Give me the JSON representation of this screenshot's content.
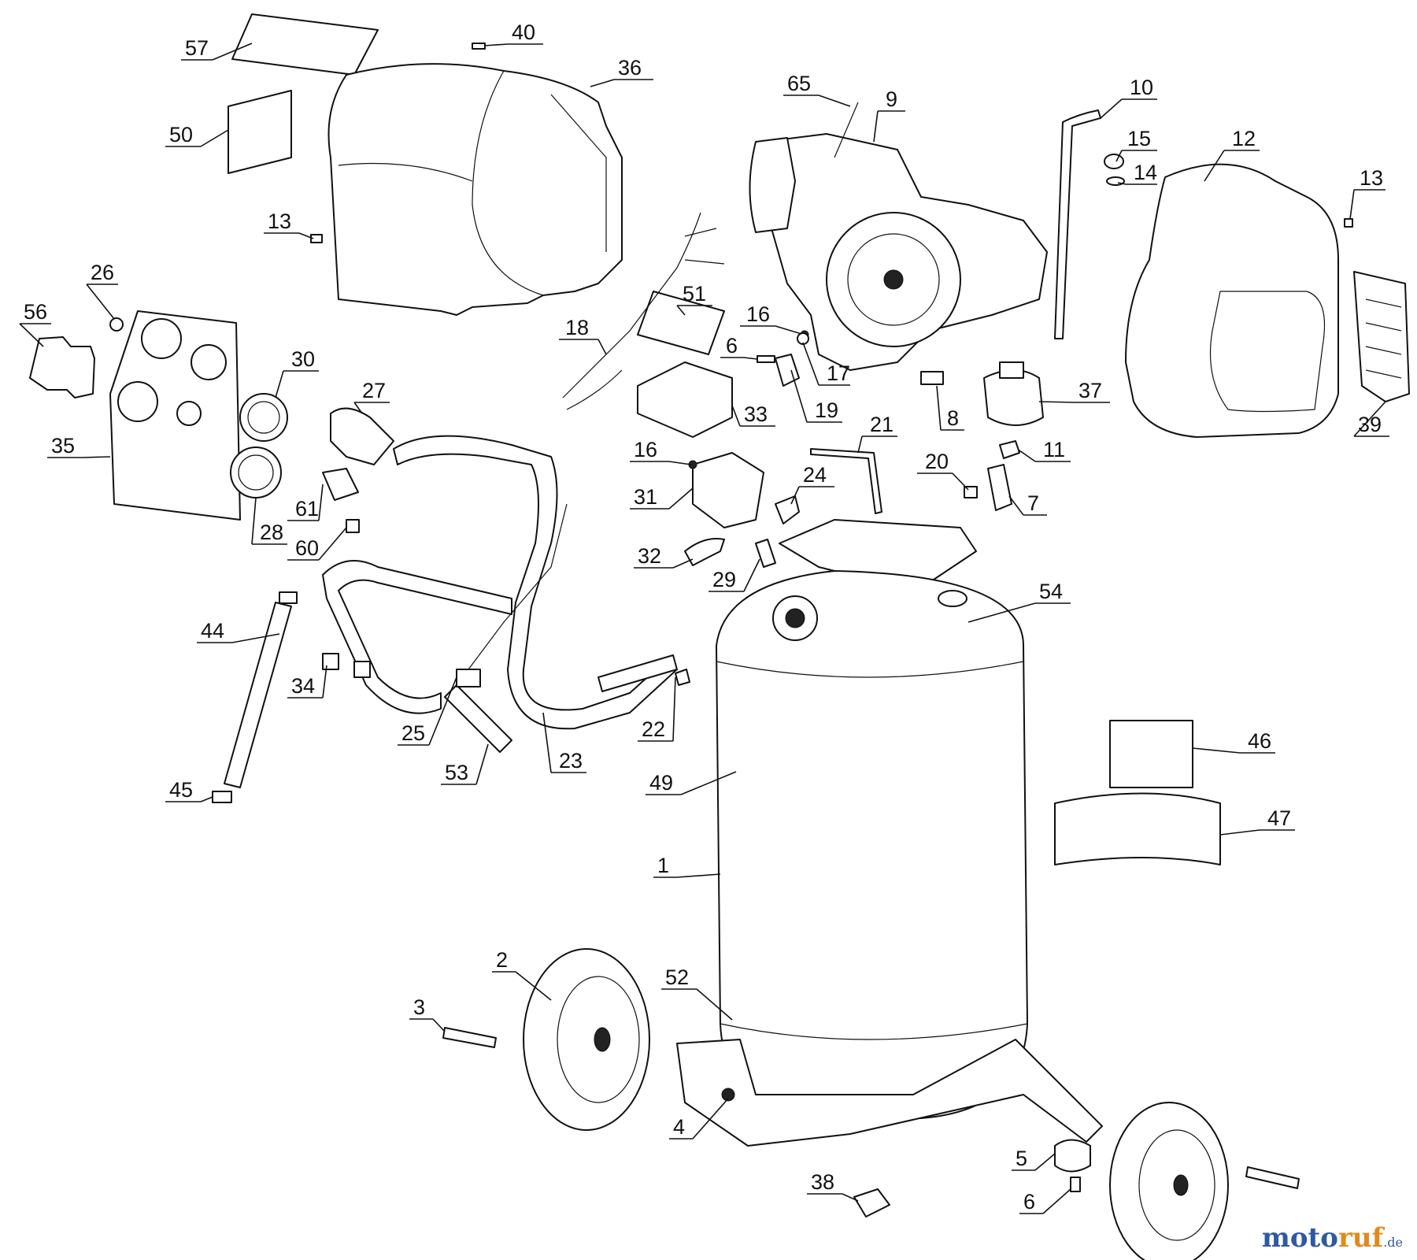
{
  "diagram": {
    "part_numbers": [
      "57",
      "40",
      "36",
      "65",
      "9",
      "10",
      "15",
      "14",
      "12",
      "13",
      "50",
      "13b",
      "26",
      "56",
      "30",
      "27",
      "18",
      "51",
      "16",
      "6",
      "17",
      "37",
      "8",
      "19",
      "33",
      "16b",
      "31",
      "21",
      "20",
      "11",
      "7",
      "24",
      "35",
      "28",
      "61",
      "60",
      "32",
      "29",
      "54",
      "44",
      "34",
      "25",
      "22",
      "23",
      "53",
      "45",
      "49",
      "46",
      "47",
      "1",
      "2",
      "3",
      "52",
      "4",
      "38",
      "5",
      "6b",
      "39"
    ],
    "labels": {
      "57": "57",
      "40": "40",
      "36": "36",
      "65": "65",
      "9": "9",
      "10": "10",
      "15": "15",
      "14": "14",
      "12": "12",
      "13": "13",
      "50": "50",
      "13b": "13",
      "26": "26",
      "56": "56",
      "30": "30",
      "27": "27",
      "18": "18",
      "51": "51",
      "16": "16",
      "6": "6",
      "17": "17",
      "37": "37",
      "8": "8",
      "19": "19",
      "33": "33",
      "16b": "16",
      "31": "31",
      "21": "21",
      "20": "20",
      "11": "11",
      "7": "7",
      "24": "24",
      "35": "35",
      "28": "28",
      "61": "61",
      "60": "60",
      "32": "32",
      "29": "29",
      "54": "54",
      "44": "44",
      "34": "34",
      "25": "25",
      "22": "22",
      "23": "23",
      "53": "53",
      "45": "45",
      "49": "49",
      "46": "46",
      "47": "47",
      "1": "1",
      "2": "2",
      "3": "3",
      "52": "52",
      "4": "4",
      "38": "38",
      "5": "5",
      "6b": "6",
      "39": "39"
    }
  },
  "watermark": {
    "part1": "moto",
    "part2": "ruf",
    "part3": ".de"
  }
}
